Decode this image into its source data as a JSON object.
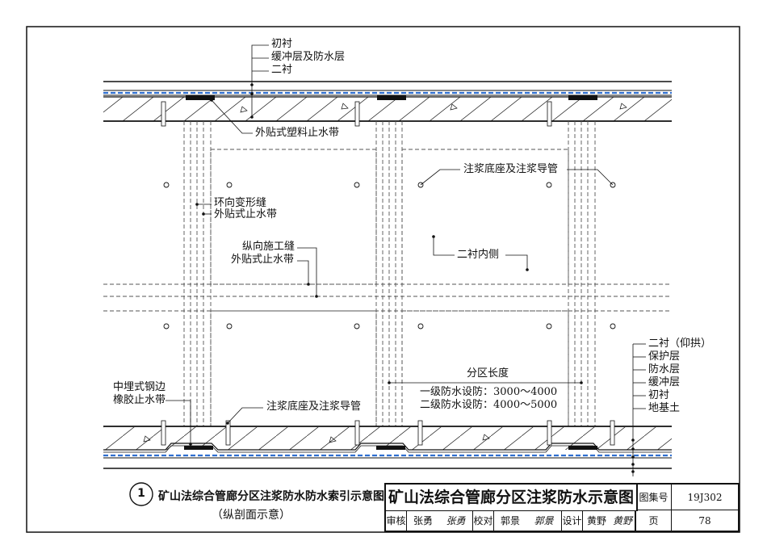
{
  "labels": {
    "lining_initial": "初衬",
    "buffer_waterproof": "缓冲层及防水层",
    "lining_second": "二衬",
    "external_plastic_stop": "外贴式塑料止水带",
    "circ_joint": "环向变形缝",
    "external_stop": "外贴式止水带",
    "long_joint": "纵向施工缝",
    "long_external_stop": "外贴式止水带",
    "grout_base_top": "注浆底座及注浆导管",
    "second_inner": "二衬内侧",
    "embedded_steel_1": "中埋式钢边",
    "embedded_steel_2": "橡胶止水带",
    "grout_base_bottom": "注浆底座及注浆导管",
    "zone_length": "分区长度",
    "grade1": "一级防水设防：3000～4000",
    "grade2": "二级防水设防：4000～5000",
    "layer_lining_invert": "二衬（仰拱）",
    "layer_protect": "保护层",
    "layer_waterproof": "防水层",
    "layer_buffer": "缓冲层",
    "layer_initial": "初衬",
    "layer_ground": "地基土"
  },
  "caption": {
    "number": "1",
    "title": "矿山法综合管廊分区注浆防水防水索引示意图",
    "subtitle": "（纵剖面示意）"
  },
  "title_block": {
    "title": "矿山法综合管廊分区注浆防水示意图",
    "atlas_label": "图集号",
    "atlas_no": "19J302",
    "review_label": "审核",
    "reviewer": "张勇",
    "reviewer_sig": "张勇",
    "checker_label": "校对",
    "checker": "郭景",
    "checker_sig": "郭景",
    "design_label": "设计",
    "designer": "黄野",
    "designer_sig": "黄野",
    "page_label": "页",
    "page_no": "78"
  },
  "colors": {
    "line": "#111111",
    "waterproof_blue": "#2f6fd0",
    "dashed": "#555555"
  }
}
